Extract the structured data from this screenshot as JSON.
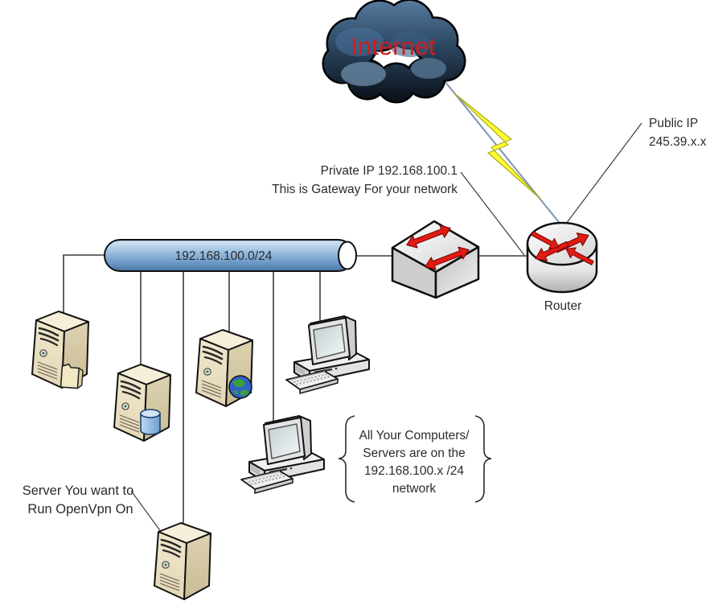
{
  "colors": {
    "internet_text": "#cc1f1f",
    "pipe_blue": "#6f9dcb",
    "cloud_dark": "#16222f",
    "arrow_red": "#e31b12",
    "lightning_yellow": "#ffff33",
    "server_beige": "#eae1c4",
    "connector_line": "#3c3c3c",
    "comm_link_blue": "#7b96b4"
  },
  "cloud": {
    "label": "Internet"
  },
  "public_ip": {
    "line1": "Public IP",
    "line2": "245.39.x.x"
  },
  "gateway": {
    "line1": "Private IP 192.168.100.1",
    "line2": "This is Gateway For your network"
  },
  "backbone": {
    "label": "192.168.100.0/24"
  },
  "router": {
    "label": "Router"
  },
  "note": {
    "line1": "All Your Computers/",
    "line2": "Servers are on the",
    "line3": "192.168.100.x /24",
    "line4": "network"
  },
  "openvpn": {
    "line1": "Server You want to",
    "line2": "Run OpenVpn On"
  },
  "devices": [
    {
      "name": "internet-cloud",
      "icon": "cloud-icon"
    },
    {
      "name": "isp-link",
      "icon": "lightning-bolt-icon"
    },
    {
      "name": "router",
      "icon": "router-icon"
    },
    {
      "name": "switch",
      "icon": "switch-icon"
    },
    {
      "name": "network-backbone",
      "icon": "pipe-icon"
    },
    {
      "name": "file-server",
      "icon": "folder-icon"
    },
    {
      "name": "database-server",
      "icon": "database-icon"
    },
    {
      "name": "web-server",
      "icon": "globe-icon"
    },
    {
      "name": "workstation-1",
      "icon": "desktop-computer-icon"
    },
    {
      "name": "workstation-2",
      "icon": "desktop-computer-icon"
    },
    {
      "name": "openvpn-server",
      "icon": "server-tower-icon"
    }
  ]
}
